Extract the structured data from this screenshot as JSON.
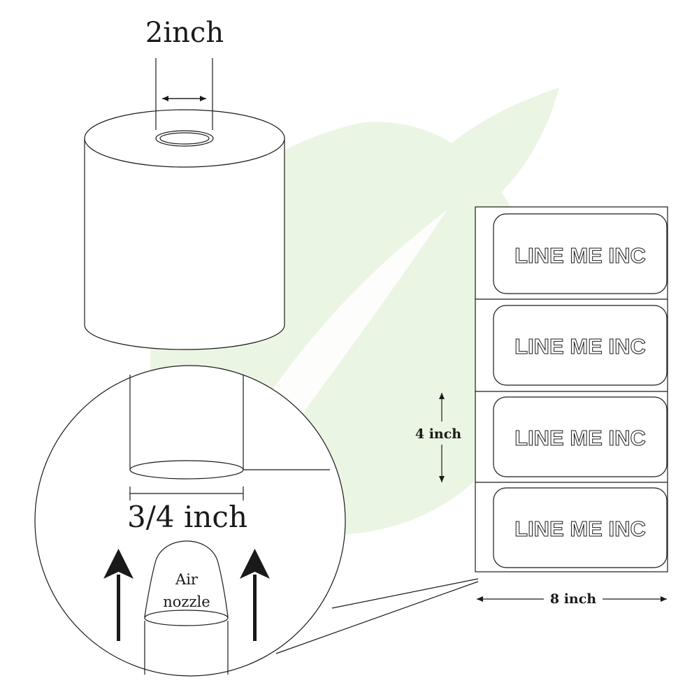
{
  "roll": {
    "core_dimension": "2inch"
  },
  "zoom": {
    "nozzle_dimension": "3/4 inch",
    "nozzle_label_line1": "Air",
    "nozzle_label_line2": "nozzle"
  },
  "label_strip": {
    "label_text": "LINE ME INC",
    "labels": [
      "LINE ME INC",
      "LINE ME INC",
      "LINE ME INC",
      "LINE ME INC"
    ],
    "height_dimension": "4 inch",
    "width_dimension": "8 inch"
  },
  "colors": {
    "line": "#1a1a1a",
    "watermark": "#e8f3dd",
    "label_text_fill": "#ffffff"
  }
}
